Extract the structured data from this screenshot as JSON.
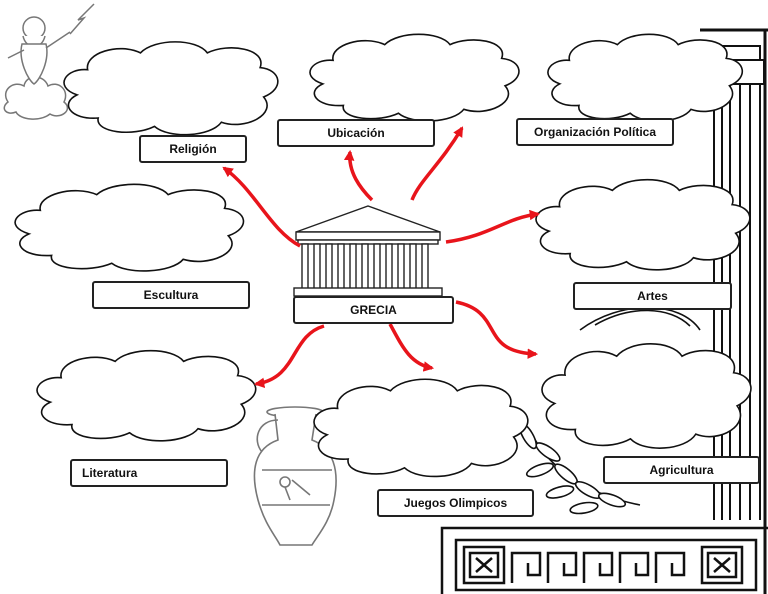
{
  "center": {
    "label": "GRECIA",
    "icon": "temple-icon"
  },
  "branches": {
    "religion": "Religión",
    "ubicacion": "Ubicación",
    "organizacion": "Organización Política",
    "escultura": "Escultura",
    "artes": "Artes",
    "literatura": "Literatura",
    "juegos": "Juegos Olimpicos",
    "agricultura": "Agricultura"
  },
  "decorations": [
    "zeus-icon",
    "amphora-icon",
    "laurel-wreath-icon",
    "column-icon",
    "greek-key-border-icon"
  ],
  "colors": {
    "arrow": "#e8141b",
    "outline": "#111111",
    "background": "#ffffff"
  }
}
